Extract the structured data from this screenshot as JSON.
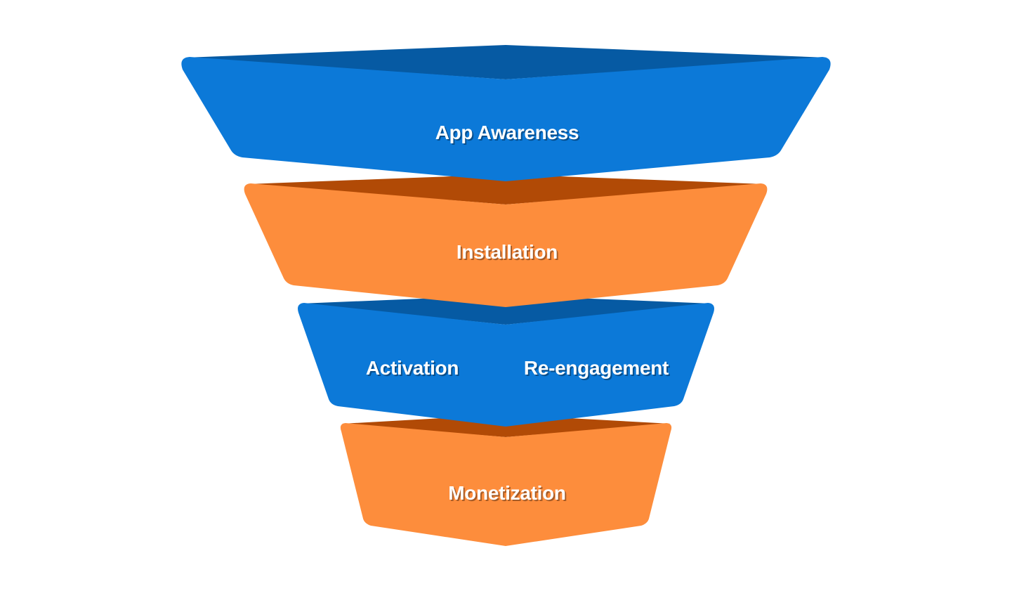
{
  "funnel": {
    "stages": [
      {
        "id": "app-awareness",
        "labels": [
          "App Awareness"
        ],
        "color": "#0c79d8",
        "shade": "#065aa3"
      },
      {
        "id": "installation",
        "labels": [
          "Installation"
        ],
        "color": "#fd8d3c",
        "shade": "#b14a06"
      },
      {
        "id": "activation-reengagement",
        "labels": [
          "Activation",
          "Re-engagement"
        ],
        "color": "#0c79d8",
        "shade": "#065aa3"
      },
      {
        "id": "monetization",
        "labels": [
          "Monetization"
        ],
        "color": "#fd8d3c",
        "shade": "#b14a06"
      }
    ]
  }
}
